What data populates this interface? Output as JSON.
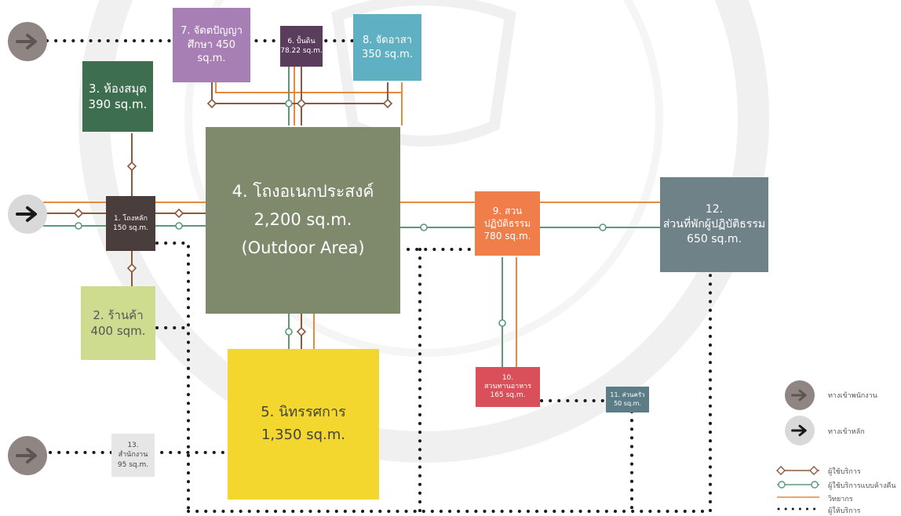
{
  "colors": {
    "service": "#8b5a3c",
    "overnight": "#5a9a7a",
    "lecturer": "#e58a3f",
    "staff_path": "#1a1a1a"
  },
  "rooms": [
    {
      "id": "main-hall",
      "num": "1. โถงหลัก",
      "area": "150  sq.m.",
      "color": "#4a3e3c",
      "text": "#ffffff"
    },
    {
      "id": "shop",
      "num": "2. ร้านค้า",
      "area": "400 sqm.",
      "color": "#cddc8f",
      "text": "#555555"
    },
    {
      "id": "library",
      "num": "3. ห้องสมุด",
      "area": "390 sq.m.",
      "color": "#3d6e4f",
      "text": "#ffffff"
    },
    {
      "id": "multipurpose",
      "num": "4. โถงอเนกประสงค์",
      "area": "2,200 sq.m.",
      "note": "(Outdoor Area)",
      "color": "#7f8a6c",
      "text": "#ffffff"
    },
    {
      "id": "exhibition",
      "num": "5. นิทรรศการ",
      "area": "1,350 sq.m.",
      "color": "#f3d62e",
      "text": "#444444"
    },
    {
      "id": "stupa",
      "num": "6. ปั้นดิน",
      "area": "78.22 sq.m.",
      "color": "#5a3d5c",
      "text": "#ffffff"
    },
    {
      "id": "wisdom-hall",
      "num": "7. จัดตปัญญา",
      "area": "ศึกษา 450 sq.m.",
      "color": "#a77fb4",
      "text": "#ffffff"
    },
    {
      "id": "pavilion",
      "num": "8. จัดอาสา",
      "area": "350 sq.m.",
      "color": "#5fb0c2",
      "text": "#ffffff"
    },
    {
      "id": "meditation-garden",
      "num": "9. สวน",
      "area": "ปฏิบัติธรรม",
      "extra": "780 sq.m.",
      "color": "#f07e4a",
      "text": "#ffffff"
    },
    {
      "id": "dining-garden",
      "num": "10.",
      "area": "สวนทานอาหาร",
      "extra": "165 sq.m.",
      "color": "#d9505a",
      "text": "#ffffff"
    },
    {
      "id": "kitchen",
      "num": "11. ส่วนครัว",
      "area": "50 sq.m.",
      "color": "#5c7d86",
      "text": "#ffffff"
    },
    {
      "id": "practitioner-lodging",
      "num": "12.",
      "area": "ส่วนที่พักผู้ปฏิบัติธรรม",
      "extra": "650 sq.m.",
      "color": "#6e8288",
      "text": "#ffffff"
    },
    {
      "id": "office",
      "num": "13.",
      "area": "สำนักงาน",
      "extra": "95 sq.m.",
      "color": "#e6e6e6",
      "text": "#444444"
    }
  ],
  "legend": {
    "staff_entrance": "ทางเข้าพนักงาน",
    "main_entrance": "ทางเข้าหลัก",
    "service_users": "ผู้ใช้บริการ",
    "overnight_users": "ผู้ใช้บริการแบบค้างคืน",
    "lecturers": "วิทยากร",
    "service_providers": "ผู้ให้บริการ"
  }
}
